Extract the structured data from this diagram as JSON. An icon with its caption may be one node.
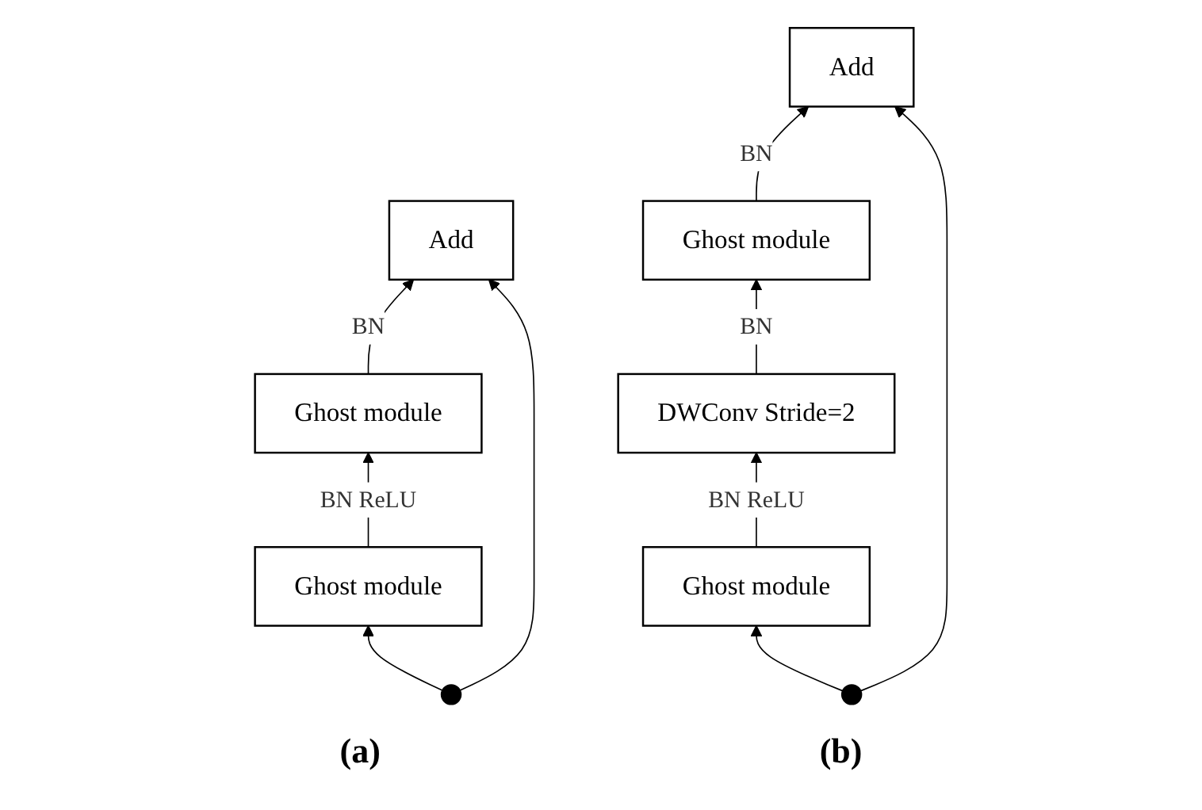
{
  "diagram": {
    "nodes": [
      {
        "text": [
          "Add"
        ]
      },
      {
        "text": [
          "Ghost module"
        ]
      },
      {
        "text": [
          "Ghost module"
        ]
      },
      {
        "text": [],
        "shape": "circle"
      },
      {
        "text": [
          "Add"
        ]
      },
      {
        "text": [
          "Ghost module"
        ]
      },
      {
        "text": [
          "DWConv Stride=2"
        ]
      },
      {
        "text": [
          "Ghost module"
        ]
      },
      {
        "text": [],
        "shape": "circle"
      }
    ],
    "edges": [
      {
        "from": 3,
        "to": 2,
        "arrow": "to"
      },
      {
        "from": 2,
        "to": 1,
        "arrow": "to",
        "label": "BN ReLU"
      },
      {
        "from": 1,
        "to": 0,
        "arrow": "to",
        "label": "BN"
      },
      {
        "from": 3,
        "to": 0,
        "arrow": "to"
      },
      {
        "from": 8,
        "to": 7,
        "arrow": "to"
      },
      {
        "from": 7,
        "to": 6,
        "arrow": "to",
        "label": "BN ReLU"
      },
      {
        "from": 6,
        "to": 5,
        "arrow": "to",
        "label": "BN"
      },
      {
        "from": 5,
        "to": 4,
        "arrow": "to",
        "label": "BN"
      },
      {
        "from": 8,
        "to": 4,
        "arrow": "to"
      }
    ],
    "labels": [
      "(a)",
      "(b)"
    ]
  }
}
